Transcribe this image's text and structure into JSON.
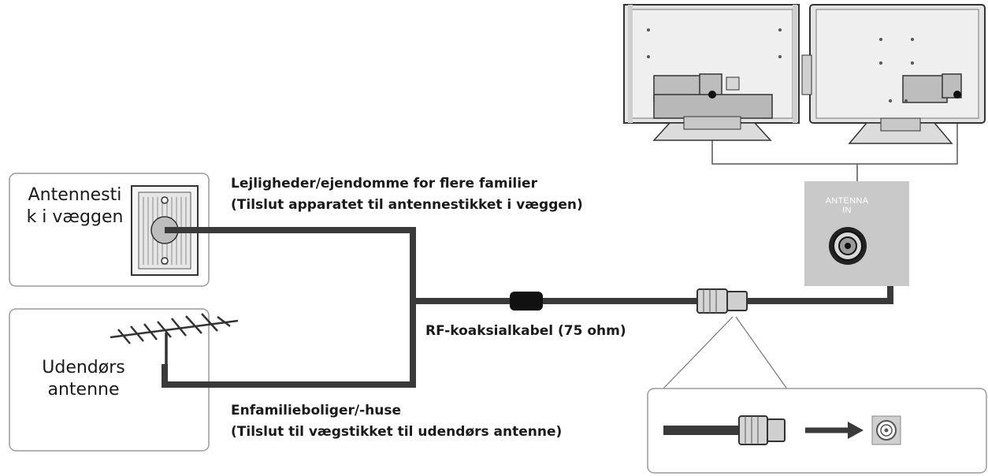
{
  "wall_socket": {
    "label_line1": "Antennesti",
    "label_line2": "k i væggen",
    "icon": "wall-antenna-socket-icon"
  },
  "outdoor_antenna": {
    "label_line1": "Udendørs",
    "label_line2": "antenne",
    "icon": "yagi-antenna-icon"
  },
  "notes": {
    "apartments_line1": "Lejligheder/ejendomme for flere familier",
    "apartments_line2": "(Tilslut apparatet til antennestikket i væggen)",
    "houses_line1": "Enfamilieboliger/-huse",
    "houses_line2": "(Tilslut til vægstikket til udendørs antenne)",
    "cable": "RF-koaksialkabel (75 ohm)"
  },
  "tv_port": {
    "line1": "ANTENNA",
    "line2": "IN"
  },
  "colors": {
    "cable": "#3a3a3a",
    "box_border": "#9a9a9a",
    "port_panel": "#c9c9c9",
    "tv_body": "#e4e4e4"
  }
}
